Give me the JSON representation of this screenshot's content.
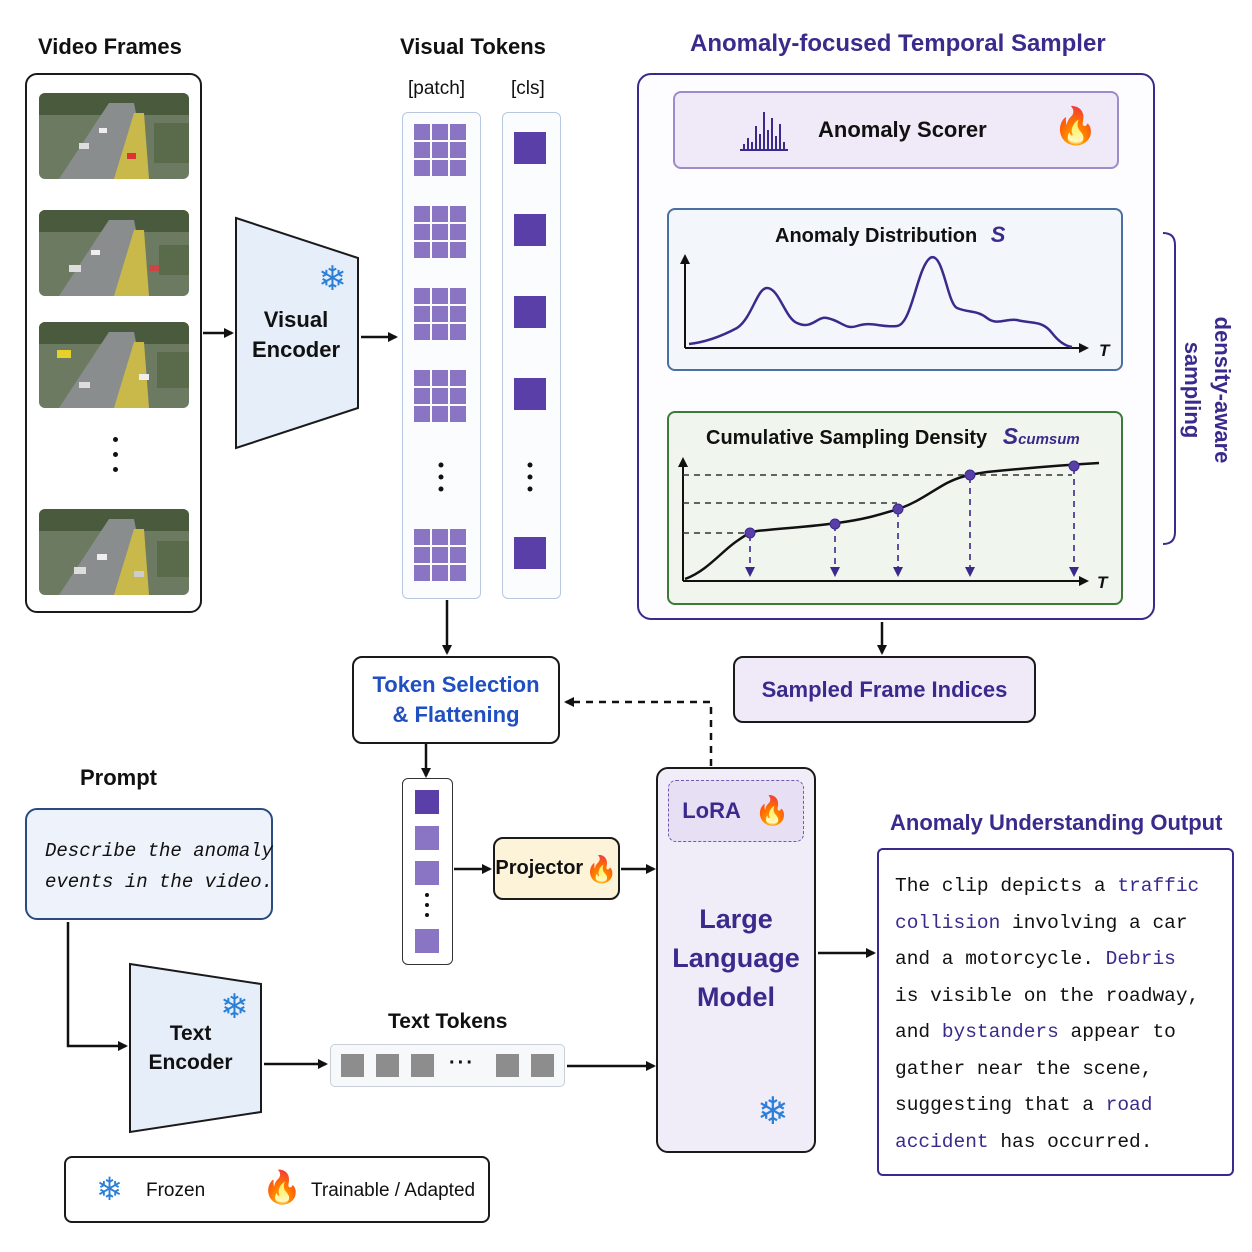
{
  "headers": {
    "video_frames": "Video Frames",
    "visual_tokens": "Visual Tokens",
    "patch": "[patch]",
    "cls": "[cls]",
    "sampler": "Anomaly-focused Temporal Sampler",
    "prompt": "Prompt",
    "text_tokens": "Text Tokens",
    "output": "Anomaly Understanding Output"
  },
  "visual_encoder": {
    "line1": "Visual",
    "line2": "Encoder"
  },
  "text_encoder": {
    "line1": "Text",
    "line2": "Encoder"
  },
  "sampler": {
    "scorer": "Anomaly Scorer",
    "distribution_label": "Anomaly Distribution",
    "distribution_symbol": "S",
    "cumulative_label": "Cumulative Sampling Density",
    "cumulative_symbol": "S",
    "cumulative_sub": "cumsum",
    "axis_t": "T",
    "side_label_1": "density-aware",
    "side_label_2": "sampling"
  },
  "sampled_indices": "Sampled Frame Indices",
  "token_selection": {
    "line1": "Token Selection",
    "line2": "& Flattening"
  },
  "projector": "Projector",
  "lora": "LoRA",
  "llm": {
    "line1": "Large",
    "line2": "Language",
    "line3": "Model"
  },
  "prompt_text": {
    "line1": "Describe the anomaly",
    "line2": "events in the video."
  },
  "output_lines": [
    [
      {
        "t": "The clip depicts a ",
        "k": false
      },
      {
        "t": "traffic",
        "k": true
      }
    ],
    [
      {
        "t": "collision",
        "k": true
      },
      {
        "t": " involving a car",
        "k": false
      }
    ],
    [
      {
        "t": "and a motorcycle. ",
        "k": false
      },
      {
        "t": "Debris",
        "k": true
      }
    ],
    [
      {
        "t": "is visible on the roadway,",
        "k": false
      }
    ],
    [
      {
        "t": "and ",
        "k": false
      },
      {
        "t": "bystanders",
        "k": true
      },
      {
        "t": " appear to",
        "k": false
      }
    ],
    [
      {
        "t": "gather near the scene,",
        "k": false
      }
    ],
    [
      {
        "t": "suggesting that a ",
        "k": false
      },
      {
        "t": "road",
        "k": true
      }
    ],
    [
      {
        "t": "accident",
        "k": true
      },
      {
        "t": " has occurred.",
        "k": false
      }
    ]
  ],
  "legend": {
    "frozen": "Frozen",
    "trainable": "Trainable / Adapted"
  },
  "colors": {
    "purple_dark": "#3a2a8c",
    "token_purple": "#5b3fa8",
    "token_light": "#8a75c4",
    "blue_title": "#1f4fc0",
    "encoder_fill": "#e6eef9",
    "scorer_fill": "#efe9f8",
    "dist_fill": "#f3f7fb",
    "cum_fill": "#f0f6ee",
    "projector_fill": "#fcf3d9",
    "llm_fill": "#f0ecf8",
    "snow": "#2b7fd8",
    "fire": "#e8501a"
  }
}
